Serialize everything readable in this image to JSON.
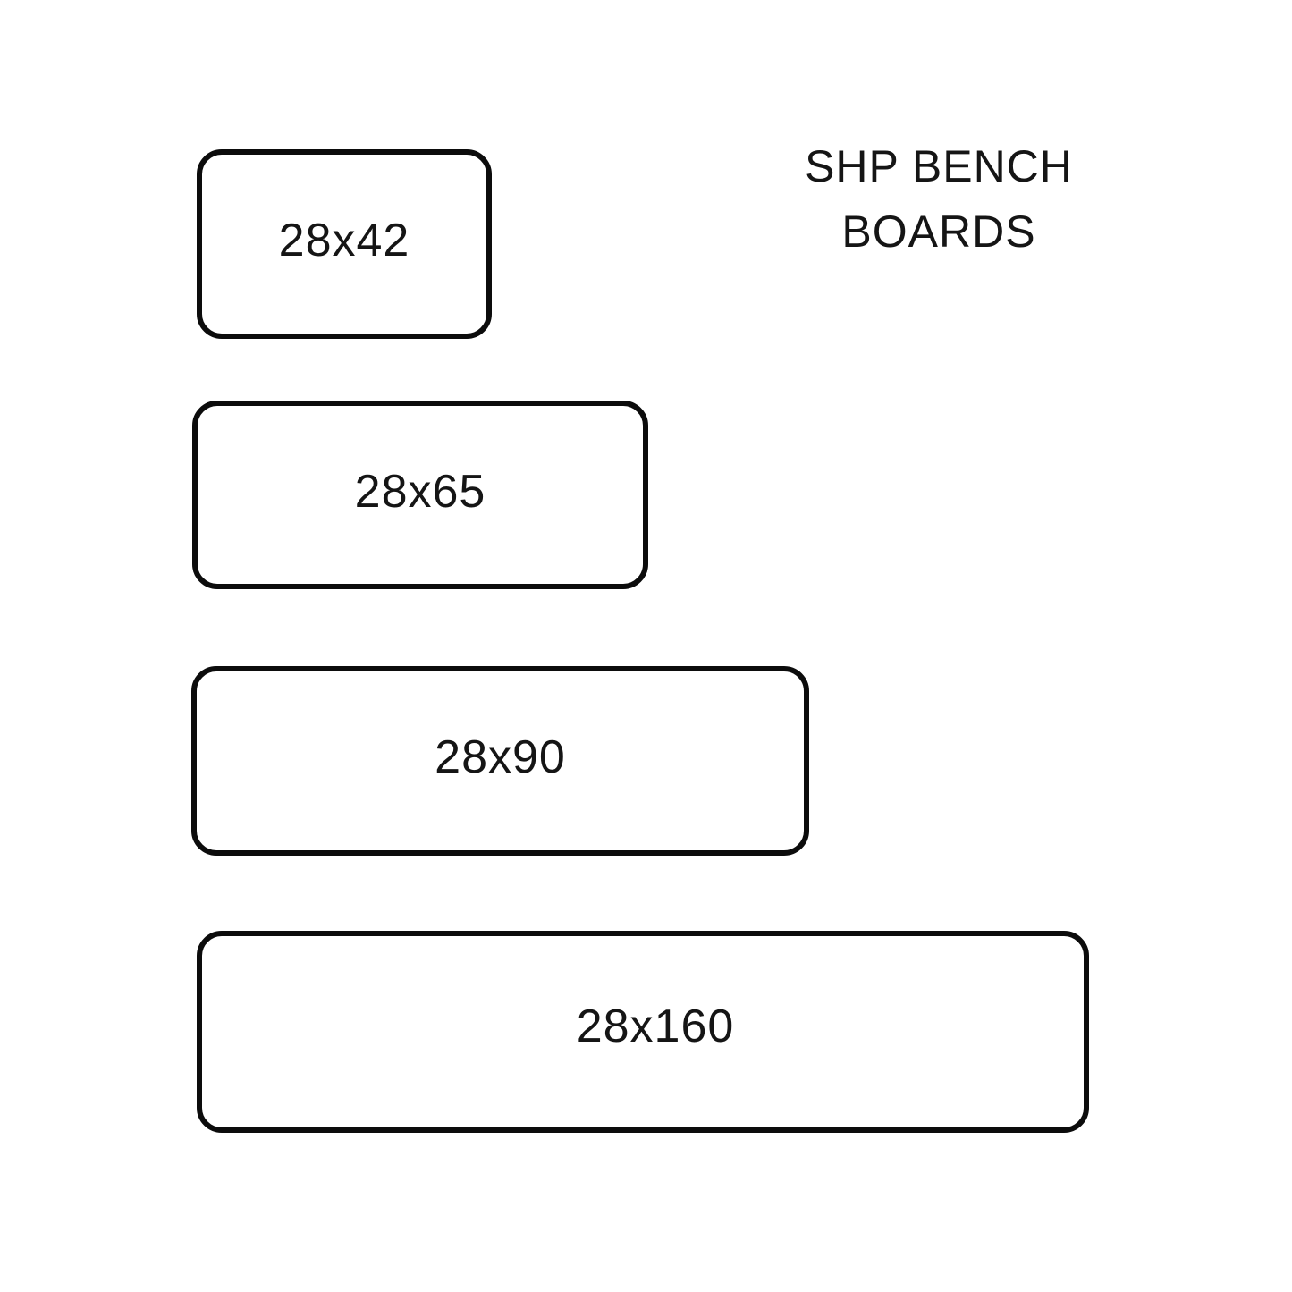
{
  "title": {
    "line1": "SHP BENCH",
    "line2": "BOARDS"
  },
  "boards": [
    {
      "label": "28x42"
    },
    {
      "label": "28x65"
    },
    {
      "label": "28x90"
    },
    {
      "label": "28x160"
    }
  ],
  "colors": {
    "background": "#ffffff",
    "stroke": "#0c0c0c",
    "text": "#151515"
  }
}
